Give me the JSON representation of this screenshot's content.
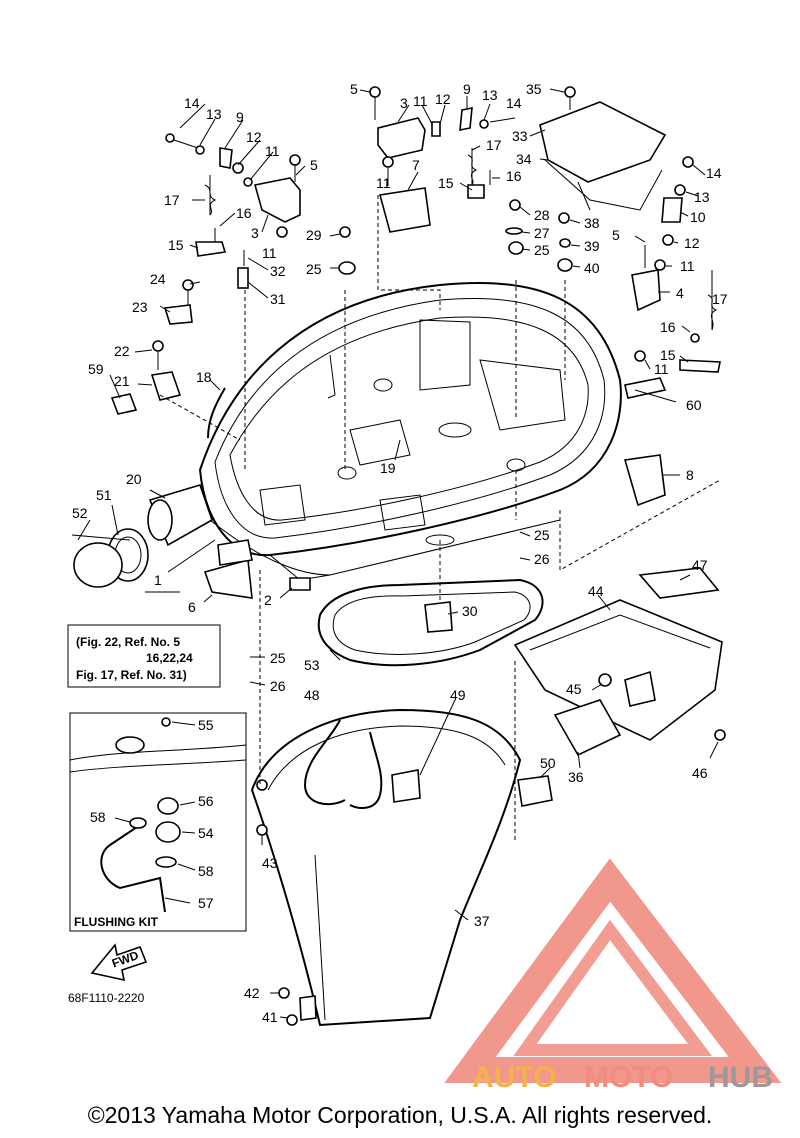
{
  "labels": [
    "1",
    "2",
    "3",
    "4",
    "5",
    "6",
    "7",
    "8",
    "9",
    "10",
    "11",
    "12",
    "13",
    "14",
    "15",
    "16",
    "17",
    "18",
    "19",
    "20",
    "21",
    "22",
    "23",
    "24",
    "25",
    "26",
    "27",
    "28",
    "29",
    "30",
    "31",
    "32",
    "33",
    "34",
    "35",
    "36",
    "37",
    "38",
    "39",
    "40",
    "41",
    "42",
    "43",
    "44",
    "45",
    "46",
    "47",
    "48",
    "49",
    "50",
    "51",
    "52",
    "53",
    "54",
    "55",
    "56",
    "57",
    "58",
    "59",
    "60"
  ],
  "reference_note": {
    "line1": "(Fig. 22, Ref. No. 5",
    "line2": "16,22,24",
    "line3": "Fig. 17, Ref. No. 31)"
  },
  "flushing_kit_label": "FLUSHING KIT",
  "fwd_label": "FWD",
  "diagram_code": "68F1110-2220",
  "watermark": {
    "auto": "AUTO",
    "moto": "MOTO",
    "hub": "HUB"
  },
  "colors": {
    "watermark_red": "#f08c80",
    "watermark_orange": "#f4b24c",
    "watermark_gray": "#9a9a9a"
  },
  "copyright": "©2013 Yamaha Motor Corporation, U.S.A. All rights reserved."
}
